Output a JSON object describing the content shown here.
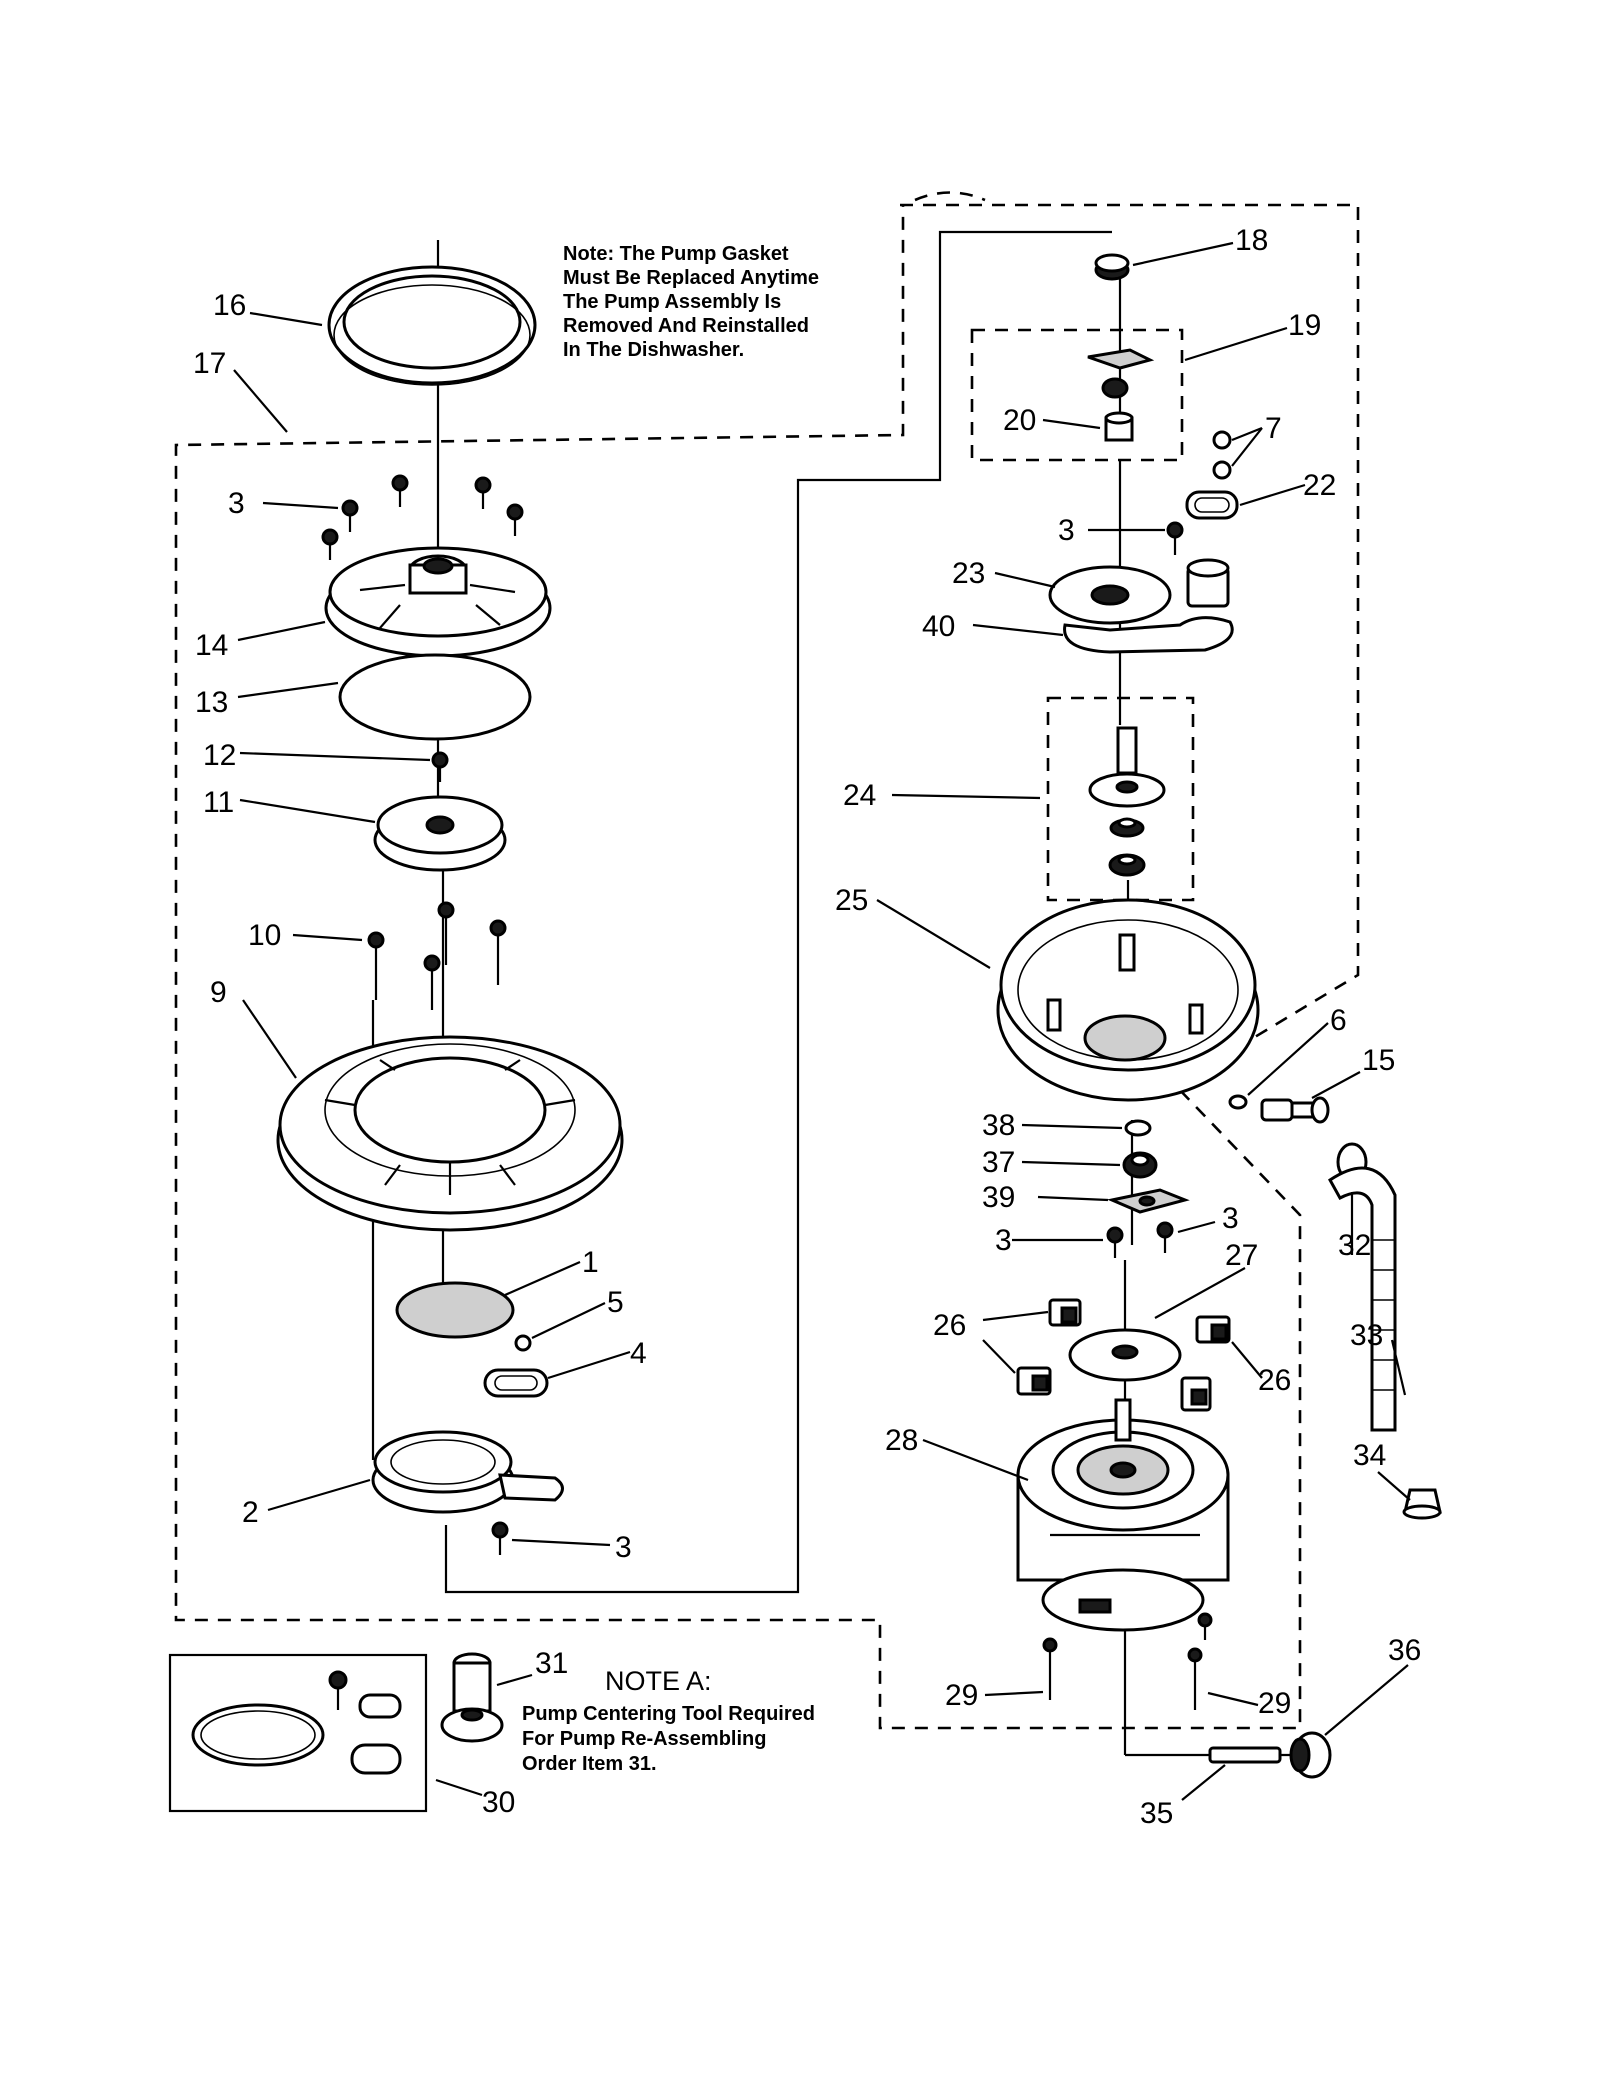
{
  "note_gasket": [
    "Note: The Pump Gasket",
    "Must Be Replaced Anytime",
    "The Pump Assembly Is",
    "Removed And Reinstalled",
    "In The Dishwasher."
  ],
  "note_a": {
    "title": "NOTE A:",
    "lines": [
      "Pump Centering Tool Required",
      "For Pump Re-Assembling",
      "Order Item 31."
    ]
  },
  "callouts": {
    "p1": "1",
    "p2": "2",
    "p3a": "3",
    "p3b": "3",
    "p3c": "3",
    "p3d": "3",
    "p3e": "3",
    "p4": "4",
    "p5": "5",
    "p6": "6",
    "p7": "7",
    "p9": "9",
    "p10": "10",
    "p11": "11",
    "p12": "12",
    "p13": "13",
    "p14": "14",
    "p15": "15",
    "p16": "16",
    "p17": "17",
    "p18": "18",
    "p19": "19",
    "p20": "20",
    "p22": "22",
    "p23": "23",
    "p24": "24",
    "p25": "25",
    "p26a": "26",
    "p26b": "26",
    "p27": "27",
    "p28": "28",
    "p29a": "29",
    "p29b": "29",
    "p30": "30",
    "p31": "31",
    "p32": "32",
    "p33": "33",
    "p34": "34",
    "p35": "35",
    "p36": "36",
    "p37": "37",
    "p38": "38",
    "p39": "39",
    "p40": "40"
  }
}
